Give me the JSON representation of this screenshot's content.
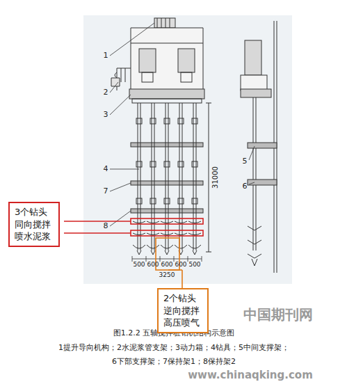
{
  "diagram": {
    "caption": "图1.2.2 五轴搅拌桩钻机结构示意图",
    "nodes": [
      {
        "text": [
          "3个钻头 同向搅拌 喷水泥浆"
        ]
      },
      {
        "text": [
          "2个钻头 逆向搅拌 高压喷气"
        ]
      }
    ],
    "labels": [
      "1",
      "2",
      "3",
      "4",
      "7",
      "8",
      "5",
      "6",
      "31000",
      "500",
      "600",
      "600",
      "600",
      "500",
      "3250",
      "1提升导向机构；2水泥浆管支架；3动力箱；4钻具；5中间支撑架；",
      "6下部支撑架；7保持架1；8保持架2",
      "中国期刊网",
      "www.chinaqking.com"
    ]
  }
}
